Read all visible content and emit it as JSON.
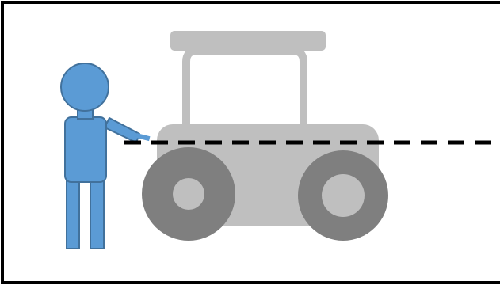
{
  "colors": {
    "frame": "#000000",
    "background": "#ffffff",
    "person_fill": "#5b9bd5",
    "person_stroke": "#41719c",
    "vehicle_body": "#bfbfbf",
    "wheel": "#7f7f7f",
    "hub": "#bfbfbf",
    "dashed_line": "#000000"
  },
  "icons": {
    "person": "person-figure",
    "vehicle": "tractor-vehicle",
    "line": "dashed-reference-line"
  }
}
